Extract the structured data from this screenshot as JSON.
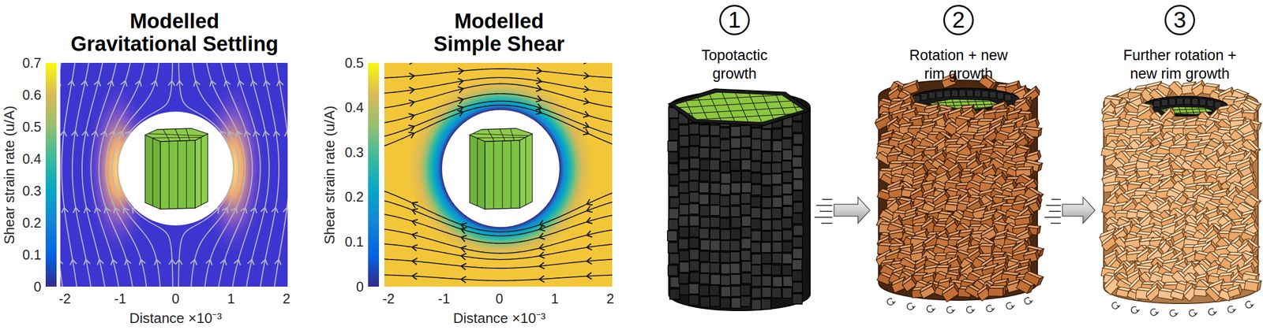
{
  "diagram": {
    "nodes": [
      {
        "text": [
          "1",
          "Topotactic growth"
        ]
      },
      {
        "text": [
          "2",
          "Rotation + new rim growth"
        ]
      },
      {
        "text": [
          "3",
          "Further rotation + new rim growth"
        ]
      }
    ],
    "edges": [
      {
        "from": 0,
        "to": 1,
        "arrow": "to"
      },
      {
        "from": 1,
        "to": 2,
        "arrow": "to"
      }
    ],
    "labels": [
      "Modelled Gravitational Settling",
      "Shear strain rate (u/A)",
      "0",
      "0.1",
      "0.2",
      "0.3",
      "0.4",
      "0.5",
      "0.6",
      "0.7",
      "-2",
      "-1",
      "0",
      "1",
      "2",
      "Distance ×10⁻³",
      "Modelled Simple Shear",
      "Shear strain rate (u/A)",
      "0",
      "0.1",
      "0.2",
      "0.3",
      "0.4",
      "0.5",
      "-2",
      "-1",
      "0",
      "1",
      "2",
      "Distance ×10⁻³"
    ]
  }
}
